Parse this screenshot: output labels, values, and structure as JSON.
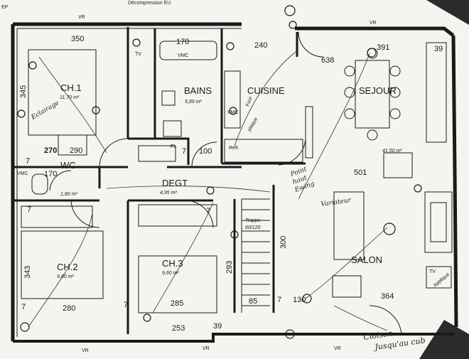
{
  "header": {
    "top_text": "Décompression EU",
    "ep_label": "EP"
  },
  "rooms": {
    "ch1": {
      "name": "CH.1",
      "area": "11,70 m²"
    },
    "bains": {
      "name": "BAINS",
      "area": "5,89 m²"
    },
    "cuisine": {
      "name": "CUISINE"
    },
    "sejour": {
      "name": "SEJOUR"
    },
    "wc": {
      "name": "WC",
      "area": "1,80 m²"
    },
    "degt": {
      "name": "DEGT",
      "area": "4,95 m²"
    },
    "ch2": {
      "name": "CH.2",
      "area": "9,60 m²"
    },
    "ch3": {
      "name": "CH.3",
      "area": "9,60 m²"
    },
    "salon": {
      "name": "SALON",
      "area": "41,50 m²"
    },
    "trappe": {
      "line1": "Trappe",
      "line2": "60/120"
    }
  },
  "dimensions": {
    "ch1_width": "350",
    "ch1_height": "345",
    "bains_width": "170",
    "kitchen_width": "240",
    "sejour_width": "391",
    "living_total": "638",
    "right_margin": "39",
    "hall_a": "270",
    "hall_b": "290",
    "wc_width": "170",
    "degt_run": "501",
    "ch2_height": "343",
    "ch2_width": "280",
    "ch3_width": "285",
    "stair_run": "293",
    "stair_a": "85",
    "stair_height": "300",
    "salon_a": "130",
    "salon_b": "364",
    "bottom_ch3": "253",
    "bottom_right": "39",
    "closet": "100",
    "seven_a": "7",
    "seven_b": "7",
    "seven_c": "7",
    "seven_d": "7",
    "seven_e": "7",
    "seven_f": "7",
    "seven_g": "7"
  },
  "labels": {
    "vr": "VR",
    "tv": "TV",
    "vmc": "VMC",
    "fl": "FL",
    "refr": "Refr.",
    "four": "Four",
    "plaque": "plaque",
    "applique": "Applique"
  },
  "annotations": {
    "sejour_note_line1": "Point",
    "sejour_note_line2": "haut",
    "sejour_note_line3": "Ewing",
    "salon_note": "Variateur",
    "ch1_note": "Eclairage",
    "cloison_line1": "Cloison",
    "cloison_line2": "Jusqu'au cub"
  },
  "colors": {
    "ink": "#1a1a1a",
    "paper": "#f4f4f1",
    "shadow": "#2b2b2b"
  }
}
